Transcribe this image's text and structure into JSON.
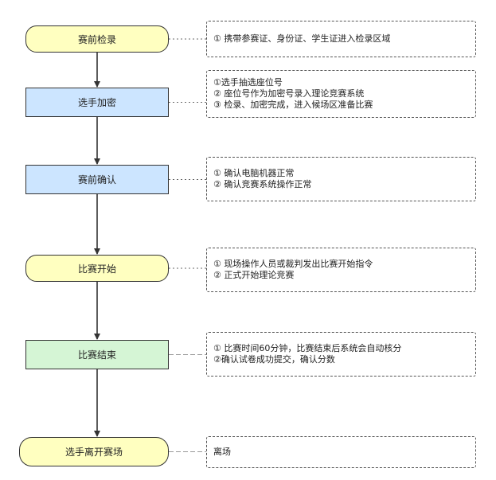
{
  "colors": {
    "terminator_fill": "#ffffc0",
    "process_fill": "#cce5ff",
    "end_process_fill": "#d5f5d5",
    "stroke": "#333333"
  },
  "steps": [
    {
      "label": "赛前检录",
      "shape": "terminator",
      "note_lines": [
        "① 携带参赛证、身份证、学生证进入检录区域"
      ]
    },
    {
      "label": "选手加密",
      "shape": "process",
      "note_lines": [
        "①选手抽选座位号",
        "② 座位号作为加密号录入理论竞赛系统",
        "③ 检录、加密完成，进入候场区准备比赛"
      ]
    },
    {
      "label": "赛前确认",
      "shape": "process",
      "note_lines": [
        "① 确认电脑机器正常",
        "② 确认竞赛系统操作正常"
      ]
    },
    {
      "label": "比赛开始",
      "shape": "terminator",
      "note_lines": [
        "① 现场操作人员或裁判发出比赛开始指令",
        "② 正式开始理论竞赛"
      ]
    },
    {
      "label": "比赛结束",
      "shape": "process-green",
      "note_lines": [
        "① 比赛时间60分钟，比赛结束后系统会自动核分",
        "②确认试卷成功提交，确认分数"
      ]
    },
    {
      "label": "选手离开赛场",
      "shape": "terminator",
      "note_lines": [
        "离场"
      ]
    }
  ]
}
